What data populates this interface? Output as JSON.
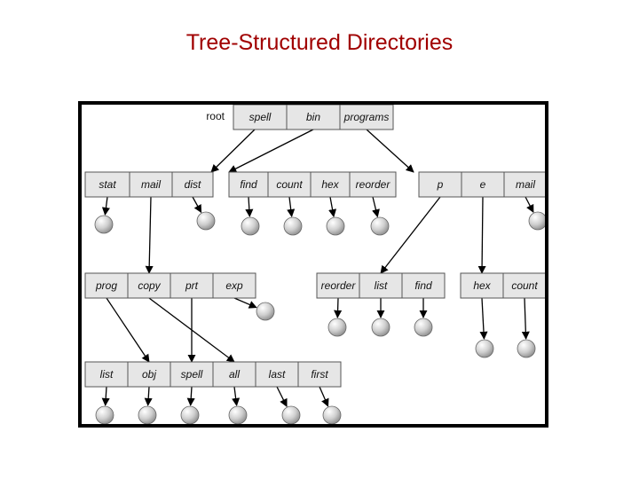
{
  "title": "Tree-Structured Directories",
  "colors": {
    "title": "#a00000",
    "cell": "#e6e6e6",
    "file": "#c8c8c8",
    "line": "#000000"
  },
  "diagram": {
    "root_label": "root",
    "directories": [
      {
        "id": "root",
        "entries": [
          "spell",
          "bin",
          "programs"
        ]
      },
      {
        "id": "d1",
        "entries": [
          "stat",
          "mail",
          "dist"
        ]
      },
      {
        "id": "d2",
        "entries": [
          "find",
          "count",
          "hex",
          "reorder"
        ]
      },
      {
        "id": "d3",
        "entries": [
          "p",
          "e",
          "mail"
        ]
      },
      {
        "id": "d4",
        "entries": [
          "prog",
          "copy",
          "prt",
          "exp"
        ]
      },
      {
        "id": "d5",
        "entries": [
          "reorder",
          "list",
          "find"
        ]
      },
      {
        "id": "d6",
        "entries": [
          "hex",
          "count"
        ]
      },
      {
        "id": "d7",
        "entries": [
          "list",
          "obj",
          "spell",
          "all",
          "last",
          "first"
        ]
      }
    ]
  }
}
